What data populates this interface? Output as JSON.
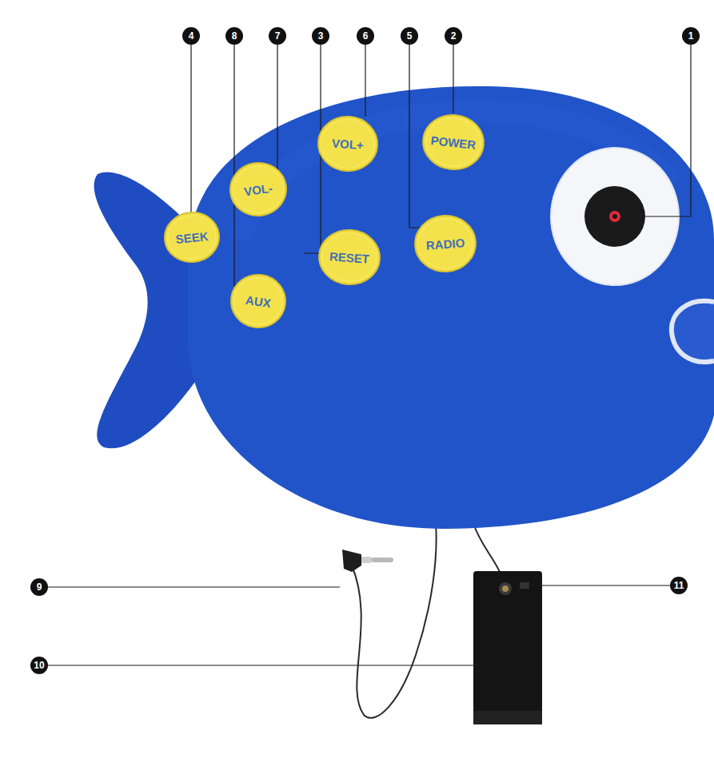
{
  "diagram": {
    "nodes": [
      {
        "text": [
          "VOL-"
        ]
      },
      {
        "text": [
          "VOL+"
        ]
      },
      {
        "text": [
          "POWER"
        ]
      },
      {
        "text": [
          "SEEK"
        ]
      },
      {
        "text": [
          "RESET"
        ]
      },
      {
        "text": [
          "RADIO"
        ]
      },
      {
        "text": [
          "AUX"
        ]
      }
    ],
    "labels": [
      "4",
      "8",
      "7",
      "3",
      "6",
      "5",
      "2",
      "1",
      "9",
      "11",
      "10"
    ]
  }
}
